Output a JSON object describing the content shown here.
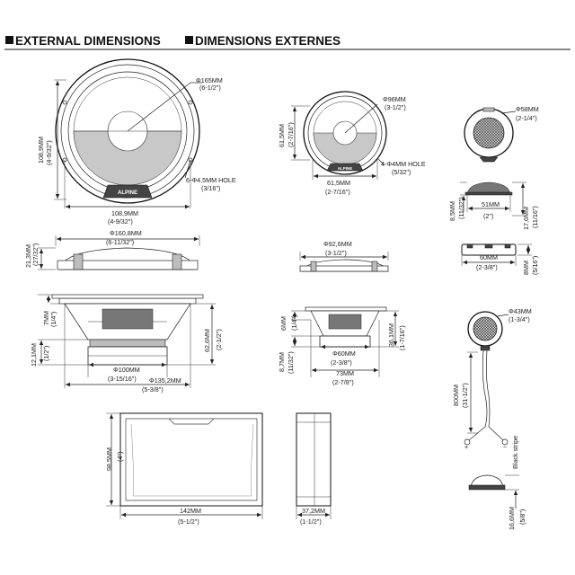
{
  "headings": {
    "english": "EXTERNAL DIMENSIONS",
    "french": "DIMENSIONS EXTERNES"
  },
  "woofer_front": {
    "diameter": "Φ165MM",
    "diameter_in": "(6-1/2\")",
    "height": "108,9MM",
    "height_in": "(4-9/32\")",
    "width": "108,9MM",
    "width_in": "(4-9/32\")",
    "hole": "6-Φ4,5MM HOLE",
    "hole_in": "(3/16\")",
    "logo": "ALPINE"
  },
  "woofer_side": {
    "mount_diameter": "Φ160,8MM",
    "mount_diameter_in": "(6-11/32\")",
    "grille_height": "21,3MM",
    "grille_height_in": "(27/32\")",
    "flange": "7MM",
    "flange_in": "(1/4\")",
    "depth": "62,6MM",
    "depth_in": "(2-1/2\")",
    "basket": "12,1MM",
    "basket_in": "(1/2\")",
    "magnet": "Φ100MM",
    "magnet_in": "(3-15/16\")",
    "cutout": "Φ135,2MM",
    "cutout_in": "(5-3/8\")"
  },
  "midrange_front": {
    "diameter": "Φ96MM",
    "diameter_in": "(3-1/2\")",
    "height": "61,5MM",
    "height_in": "(2-7/16\")",
    "width": "61,5MM",
    "width_in": "(2-7/16\")",
    "hole": "4-Φ4MM HOLE",
    "hole_in": "(5/32\")",
    "logo": "ALPINE"
  },
  "midrange_side": {
    "mount_diameter": "Φ92,6MM",
    "mount_diameter_in": "(3-1/2\")",
    "flange": "6MM",
    "flange_in": "(1/4\")",
    "depth": "36,1MM",
    "depth_in": "(1-7/16\")",
    "basket": "8,7MM",
    "basket_in": "(11/32\")",
    "magnet": "Φ60MM",
    "magnet_in": "(2-3/8\")",
    "cutout": "73MM",
    "cutout_in": "(2-7/8\")"
  },
  "tweeter_surface": {
    "diameter": "Φ58MM",
    "diameter_in": "(2-1/4\")",
    "height_a": "8,5MM",
    "height_a_in": "(11/32\")",
    "width": "51MM",
    "width_in": "(2\")",
    "height_b": "17,6MM",
    "height_b_in": "(11/16\")",
    "base_width": "60MM",
    "base_width_in": "(2-3/8\")",
    "base_height": "8MM",
    "base_height_in": "(5/16\")"
  },
  "tweeter_flush": {
    "diameter": "Φ43MM",
    "diameter_in": "(1-3/4\")",
    "cable": "800MM",
    "cable_in": "(31-1/2\")",
    "stripe": "Black stripe",
    "plus": "+",
    "minus": "−",
    "height": "16,6MM",
    "height_in": "(5/8\")"
  },
  "crossover": {
    "height": "98,5MM",
    "height_in": "(4\")",
    "width": "142MM",
    "width_in": "(5-1/2\")",
    "depth": "37,2MM",
    "depth_in": "(1-1/2\")"
  }
}
